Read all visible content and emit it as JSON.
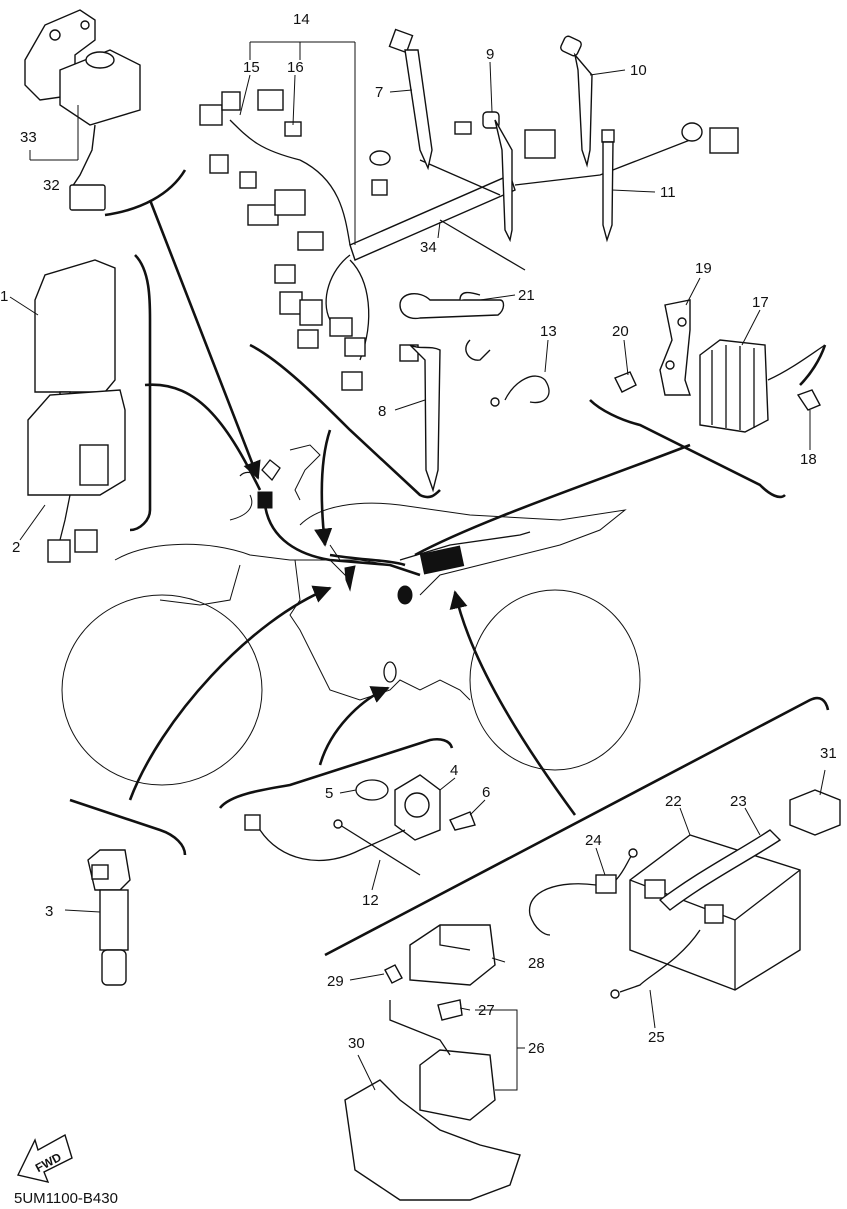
{
  "diagram": {
    "code": "5UM1100-B430",
    "fwd_label": "FWD",
    "callouts": [
      "1",
      "2",
      "3",
      "4",
      "5",
      "6",
      "7",
      "8",
      "9",
      "10",
      "11",
      "12",
      "13",
      "14",
      "15",
      "16",
      "17",
      "18",
      "19",
      "20",
      "21",
      "22",
      "23",
      "24",
      "25",
      "26",
      "27",
      "28",
      "29",
      "30",
      "31",
      "32",
      "33",
      "34"
    ]
  }
}
